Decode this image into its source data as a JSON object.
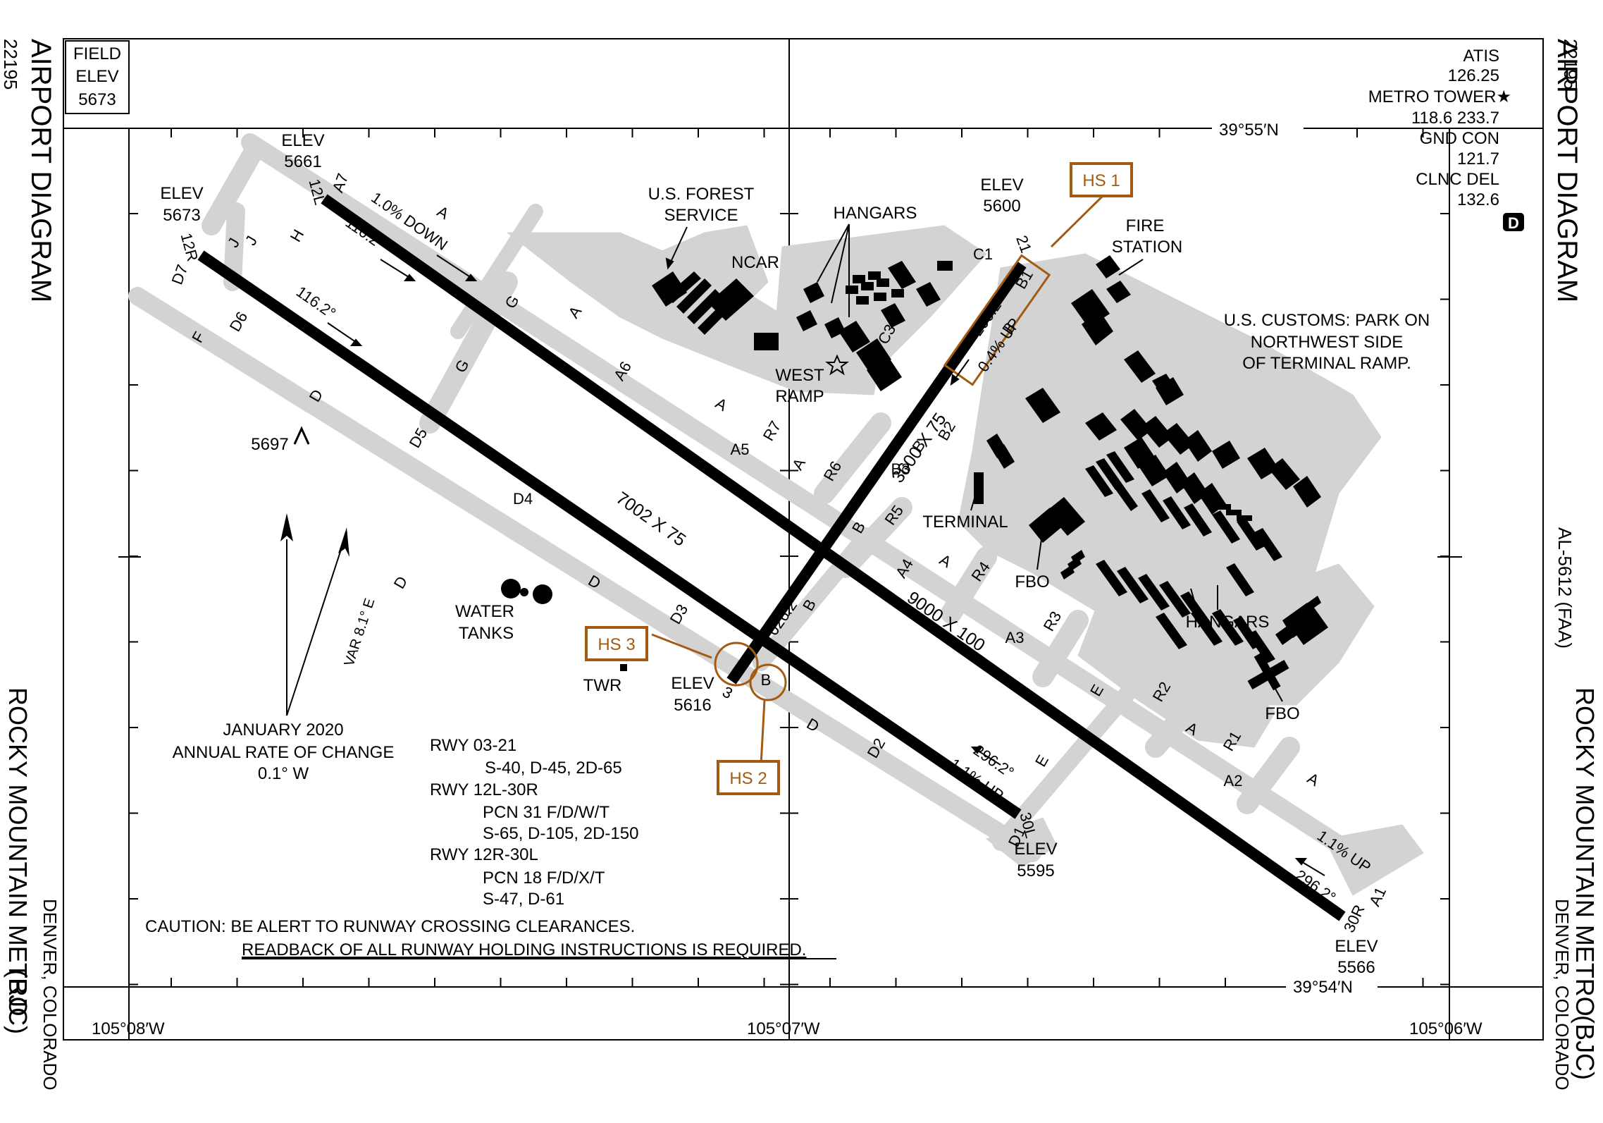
{
  "chart_id": "22195",
  "title": "AIRPORT DIAGRAM",
  "airport_name": "ROCKY MOUNTAIN METRO",
  "airport_id": "(BJC)",
  "location": "DENVER, COLORADO",
  "faa_number": "AL-5612 (FAA)",
  "field_elev": {
    "line1": "FIELD",
    "line2": "ELEV",
    "value": "5673"
  },
  "freqs": [
    "ATIS",
    "126.25",
    "METRO TOWER★",
    "118.6  233.7",
    "GND CON",
    "121.7",
    "CLNC DEL",
    "132.6"
  ],
  "d_badge": "D",
  "lat_top": "39°55′N",
  "lat_bottom": "39°54′N",
  "lon_left": "105°08′W",
  "lon_mid": "105°07′W",
  "lon_right": "105°06′W",
  "elevations": {
    "e5661": [
      "ELEV",
      "5661"
    ],
    "e5673": [
      "ELEV",
      "5673"
    ],
    "e5600": [
      "ELEV",
      "5600"
    ],
    "e5616": [
      "ELEV",
      "5616"
    ],
    "e5595": [
      "ELEV",
      "5595"
    ],
    "e5566": [
      "ELEV",
      "5566"
    ],
    "obstacle": "5697"
  },
  "runways": {
    "r12l_end": "12L",
    "r30r_end": "30R",
    "r12r_end": "12R",
    "r30l_end": "30L",
    "r3_end": "3",
    "r21_end": "21",
    "r12l30r_dims": "9000 X 100",
    "r12r30l_dims": "7002 X 75",
    "r0321_dims": "3600 X 75",
    "hdg_1162_a": "116.2°",
    "hdg_1162_b": "116.2°",
    "hdg_2962_a": "296.2°",
    "hdg_2962_b": "296.2°",
    "hdg_0262": "026.2°",
    "hdg_2062": "206.2°",
    "grad_down": "1.0% DOWN",
    "grad_up_a": "1.1% UP",
    "grad_up_b": "1.1% UP",
    "grad_up_c": "0.4% UP"
  },
  "taxiways": [
    "A",
    "A",
    "A",
    "A",
    "A",
    "A",
    "A",
    "B",
    "B",
    "B",
    "B",
    "D",
    "D",
    "D",
    "D",
    "E",
    "E",
    "F",
    "G",
    "G",
    "H",
    "J",
    "J",
    "B",
    "C3",
    "A1",
    "A2",
    "A3",
    "A4",
    "A5",
    "A6",
    "A7",
    "B1",
    "B2",
    "B3",
    "C1",
    "D1",
    "D2",
    "D3",
    "D4",
    "D5",
    "D6",
    "D7",
    "R1",
    "R2",
    "R3",
    "R4",
    "R5",
    "R6",
    "R7"
  ],
  "hot_spots": [
    "HS 1",
    "HS 2",
    "HS 3"
  ],
  "labels": {
    "forest": [
      "U.S. FOREST",
      "SERVICE"
    ],
    "ncar": "NCAR",
    "hangars_top": "HANGARS",
    "fire": [
      "FIRE",
      "STATION"
    ],
    "customs": [
      "U.S. CUSTOMS: PARK ON",
      "NORTHWEST SIDE",
      "OF TERMINAL RAMP."
    ],
    "west_ramp": [
      "WEST",
      "RAMP"
    ],
    "terminal": "TERMINAL",
    "fbo_a": "FBO",
    "fbo_b": "FBO",
    "hangars_bottom": "HANGARS",
    "water": [
      "WATER",
      "TANKS"
    ],
    "twr": "TWR"
  },
  "magvar": {
    "var": "VAR 8.1° E",
    "lines": [
      "JANUARY 2020",
      "ANNUAL RATE OF CHANGE",
      "0.1° W"
    ]
  },
  "strength": [
    "RWY 03-21",
    "S-40, D-45, 2D-65",
    "RWY 12L-30R",
    "PCN 31 F/D/W/T",
    "S-65, D-105, 2D-150",
    "RWY 12R-30L",
    "PCN 18 F/D/X/T",
    "S-47, D-61"
  ],
  "caution": [
    "CAUTION: BE ALERT TO RUNWAY CROSSING CLEARANCES.",
    "READBACK OF ALL RUNWAY HOLDING INSTRUCTIONS IS REQUIRED."
  ],
  "colors": {
    "pavement": "#d3d3d3",
    "runway": "#000000",
    "hotspot": "#a35a12"
  }
}
